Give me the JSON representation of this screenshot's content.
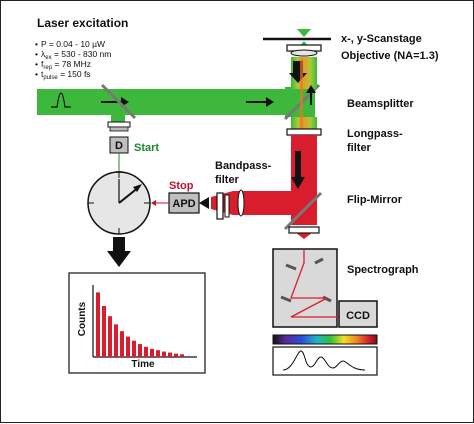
{
  "title": "Laser excitation",
  "params": [
    {
      "symbol": "P",
      "sub": "",
      "value": " = 0.04 - 10 µW"
    },
    {
      "symbol": "λ",
      "sub": "ex",
      "value": " = 530 - 830 nm"
    },
    {
      "symbol": "f",
      "sub": "rep",
      "value": " = 78 MHz"
    },
    {
      "symbol": "t",
      "sub": "pulse",
      "value": " = 150 fs"
    }
  ],
  "labels": {
    "scanstage": "x-, y-Scanstage",
    "objective": "Objective (NA=1.3)",
    "beamsplitter": "Beamsplitter",
    "longpass_1": "Longpass-",
    "longpass_2": "filter",
    "bandpass_1": "Bandpass-",
    "bandpass_2": "filter",
    "flip_mirror": "Flip-Mirror",
    "spectrograph": "Spectrograph",
    "start": "Start",
    "stop": "Stop",
    "detector_d": "D",
    "apd": "APD",
    "ccd": "CCD"
  },
  "histogram": {
    "ylabel": "Counts",
    "xlabel": "Time",
    "values": [
      0.95,
      0.75,
      0.6,
      0.48,
      0.38,
      0.3,
      0.24,
      0.19,
      0.15,
      0.12,
      0.1,
      0.08,
      0.065,
      0.05,
      0.04
    ]
  },
  "colors": {
    "excitation": "#3db83d",
    "emission": "#d81e2c",
    "start_text": "#1a8a2a",
    "stop_text": "#c8102e"
  }
}
